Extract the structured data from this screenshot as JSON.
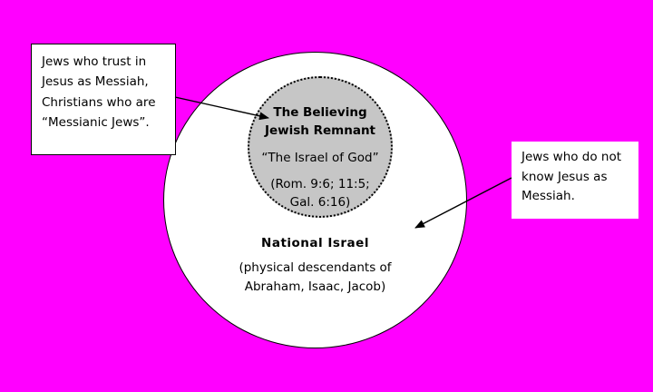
{
  "colors": {
    "background": "#FF00FF",
    "outer_circle_fill": "#FFFFFF",
    "inner_circle_fill": "#C6C6C6",
    "stroke": "#000000"
  },
  "inner_circle": {
    "title_line1": "The Believing",
    "title_line2": "Jewish Remnant",
    "subtitle": "“The Israel of God”",
    "reference_line1": "(Rom. 9:6; 11:5;",
    "reference_line2": "Gal. 6:16)"
  },
  "outer_circle": {
    "title": "National Israel",
    "subtitle_line1": "(physical descendants of",
    "subtitle_line2": "Abraham, Isaac, Jacob)"
  },
  "callouts": {
    "left": {
      "lines": [
        "Jews who trust in",
        "Jesus as Messiah,",
        "Christians who are",
        "“Messianic Jews”."
      ]
    },
    "right": {
      "lines": [
        "Jews who do not",
        "know Jesus as",
        "Messiah."
      ]
    }
  }
}
